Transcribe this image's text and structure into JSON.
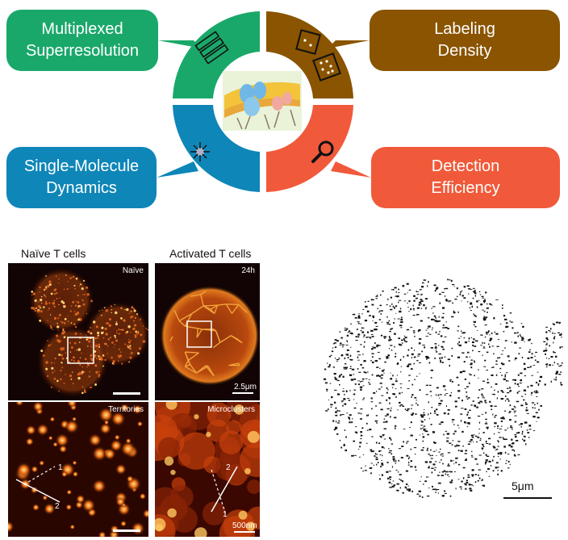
{
  "callouts": {
    "top_left": {
      "line1": "Multiplexed",
      "line2": "Superresolution",
      "color": "#1aa86a"
    },
    "top_right": {
      "line1": "Labeling",
      "line2": "Density",
      "color": "#8a5400"
    },
    "bottom_left": {
      "line1": "Single-Molecule",
      "line2": "Dynamics",
      "color": "#0e86b8"
    },
    "bottom_right": {
      "line1": "Detection",
      "line2": "Efficiency",
      "color": "#f05a3a"
    }
  },
  "ring_icons": [
    "rectangles-icon",
    "dotted-squares-icon",
    "molecule-star-icon",
    "magnifier-icon"
  ],
  "micrographs": {
    "naive_caption": "Naïve T cells",
    "activated_caption": "Activated T cells",
    "naive_tag": "Naïve",
    "activated_tag": "24h",
    "activated_scale": "2.5μm",
    "territories_tag": "Territories",
    "microclusters_tag": "Microclusters",
    "microclusters_scale": "500nm",
    "line_marker_1": "1",
    "line_marker_2": "2"
  },
  "right_panel": {
    "scale_label": "5μm"
  }
}
